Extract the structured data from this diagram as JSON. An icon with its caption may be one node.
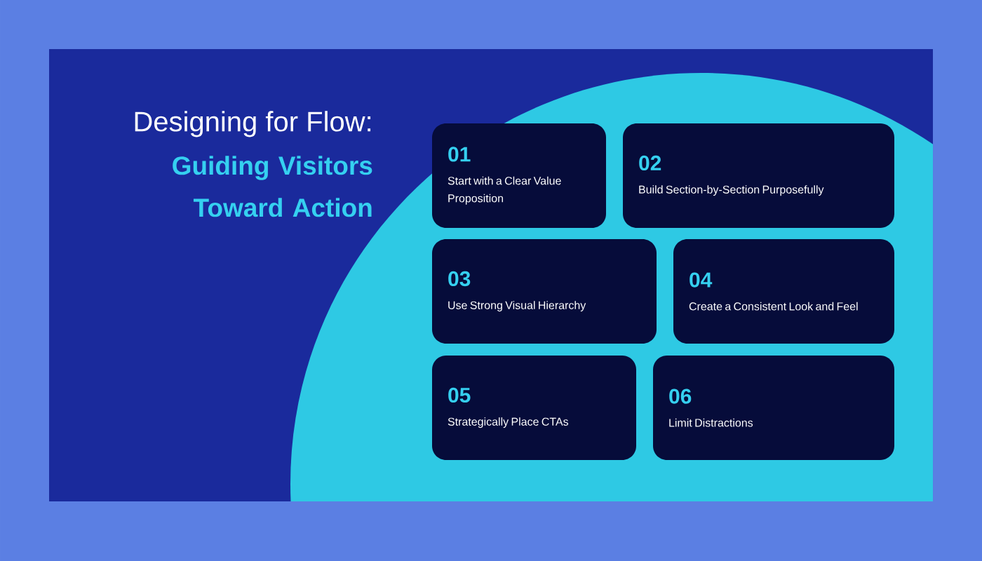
{
  "diagram": {
    "title": "Designing for Flow:",
    "nodes": [
      {
        "text": [
          "01",
          "Start with a Clear Value Proposition"
        ]
      },
      {
        "text": [
          "02",
          "Build Section-by-Section Purposefully"
        ]
      },
      {
        "text": [
          "03",
          "Use Strong Visual Hierarchy"
        ]
      },
      {
        "text": [
          "04",
          "Create a Consistent Look and Feel"
        ]
      },
      {
        "text": [
          "05",
          "Strategically Place CTAs"
        ]
      },
      {
        "text": [
          "06",
          "Limit Distractions"
        ]
      }
    ],
    "labels": [
      "Guiding Visitors Toward Action"
    ]
  }
}
